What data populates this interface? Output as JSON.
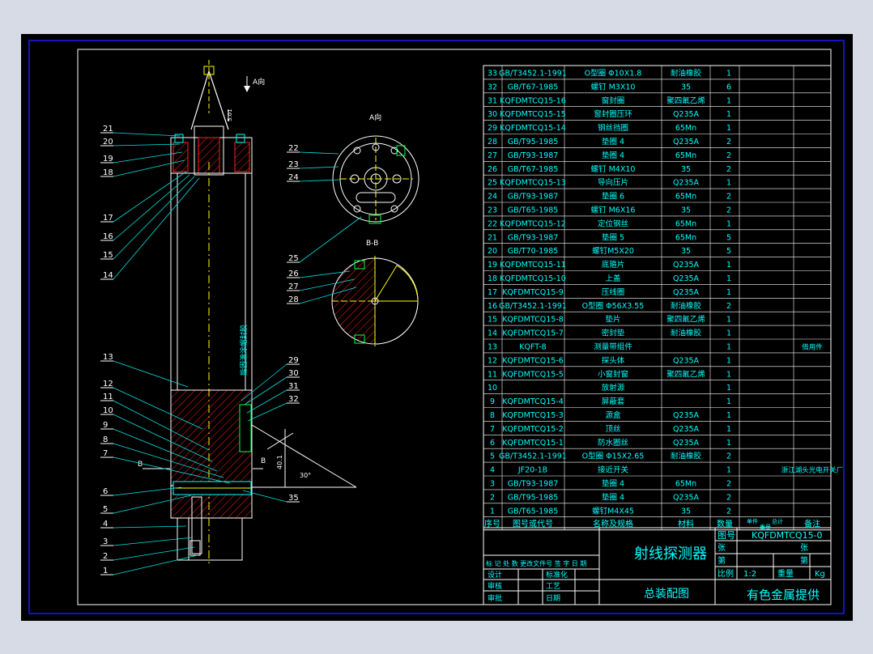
{
  "colors": {
    "page": "#d6dbe5",
    "canvas": "#000000",
    "frame": "#1a1aff",
    "border": "#ffffff",
    "table_line": "#ffffff",
    "text": "#00ffff",
    "hatch": "#ff2020",
    "leader": "#00e5e5",
    "accent": "#ffff00",
    "green": "#00ff40"
  },
  "view_labels": {
    "a_arrow": "A向",
    "a_view": "A向",
    "bb_section": "B-B",
    "section_b_left": "B",
    "section_b_right": "B",
    "dim_top": "5.01",
    "dim_side": "40.1",
    "angle": "30°",
    "note_label": "能固渡涂帽封胶"
  },
  "callouts_left": [
    "21",
    "20",
    "19",
    "18",
    "17",
    "16",
    "15",
    "14",
    "13",
    "12",
    "11",
    "10",
    "9",
    "8",
    "7",
    "6",
    "5",
    "4",
    "3",
    "2",
    "1"
  ],
  "callouts_right": [
    "22",
    "23",
    "24",
    "25",
    "26",
    "27",
    "28",
    "29",
    "30",
    "31",
    "32",
    "35"
  ],
  "bom": [
    {
      "no": "33",
      "code": "GB/T3452.1-1991",
      "name": "O型圈 Φ10X1.8",
      "mat": "耐油橡胶",
      "qty": "1",
      "note": ""
    },
    {
      "no": "32",
      "code": "GB/T67-1985",
      "name": "螺钉 M3X10",
      "mat": "35",
      "qty": "6",
      "note": ""
    },
    {
      "no": "31",
      "code": "KQFDMTCQ15-16",
      "name": "窗封圈",
      "mat": "聚四氟乙烯",
      "qty": "1",
      "note": ""
    },
    {
      "no": "30",
      "code": "KQFDMTCQ15-15",
      "name": "窗封圈压环",
      "mat": "Q235A",
      "qty": "1",
      "note": ""
    },
    {
      "no": "29",
      "code": "KQFDMTCQ15-14",
      "name": "钢丝挡圈",
      "mat": "65Mn",
      "qty": "1",
      "note": ""
    },
    {
      "no": "28",
      "code": "GB/T95-1985",
      "name": "垫圈 4",
      "mat": "Q235A",
      "qty": "2",
      "note": ""
    },
    {
      "no": "27",
      "code": "GB/T93-1987",
      "name": "垫圈 4",
      "mat": "65Mn",
      "qty": "2",
      "note": ""
    },
    {
      "no": "26",
      "code": "GB/T67-1985",
      "name": "螺钉 M4X10",
      "mat": "35",
      "qty": "2",
      "note": ""
    },
    {
      "no": "25",
      "code": "KQFDMTCQ15-13",
      "name": "导向压片",
      "mat": "Q235A",
      "qty": "1",
      "note": ""
    },
    {
      "no": "24",
      "code": "GB/T93-1987",
      "name": "垫圈 6",
      "mat": "65Mn",
      "qty": "2",
      "note": ""
    },
    {
      "no": "23",
      "code": "GB/T65-1985",
      "name": "螺钉 M6X16",
      "mat": "35",
      "qty": "2",
      "note": ""
    },
    {
      "no": "22",
      "code": "KQFDMTCQ15-12",
      "name": "定位钢丝",
      "mat": "65Mn",
      "qty": "1",
      "note": ""
    },
    {
      "no": "21",
      "code": "GB/T93-1987",
      "name": "垫圈 5",
      "mat": "65Mn",
      "qty": "5",
      "note": ""
    },
    {
      "no": "20",
      "code": "GB/T70-1985",
      "name": "螺钉M5X20",
      "mat": "35",
      "qty": "5",
      "note": ""
    },
    {
      "no": "19",
      "code": "KQFDMTCQ15-11",
      "name": "底箍片",
      "mat": "Q235A",
      "qty": "1",
      "note": ""
    },
    {
      "no": "18",
      "code": "KQFDMTCQ15-10",
      "name": "上盖",
      "mat": "Q235A",
      "qty": "1",
      "note": ""
    },
    {
      "no": "17",
      "code": "KQFDMTCQ15-9",
      "name": "压线圈",
      "mat": "Q235A",
      "qty": "1",
      "note": ""
    },
    {
      "no": "16",
      "code": "GB/T3452.1-1991",
      "name": "O型圈 Φ56X3.55",
      "mat": "耐油橡胶",
      "qty": "2",
      "note": ""
    },
    {
      "no": "15",
      "code": "KQFDMTCQ15-8",
      "name": "垫片",
      "mat": "聚四氟乙烯",
      "qty": "1",
      "note": ""
    },
    {
      "no": "14",
      "code": "KQFDMTCQ15-7",
      "name": "密封垫",
      "mat": "耐油橡胶",
      "qty": "1",
      "note": ""
    },
    {
      "no": "13",
      "code": "KQFT-8",
      "name": "测量带组件",
      "mat": "",
      "qty": "1",
      "note": "借用件"
    },
    {
      "no": "12",
      "code": "KQFDMTCQ15-6",
      "name": "探头体",
      "mat": "Q235A",
      "qty": "1",
      "note": ""
    },
    {
      "no": "11",
      "code": "KQFDMTCQ15-5",
      "name": "小窗封窗",
      "mat": "聚四氟乙烯",
      "qty": "1",
      "note": ""
    },
    {
      "no": "10",
      "code": "",
      "name": "放射源",
      "mat": "",
      "qty": "1",
      "note": ""
    },
    {
      "no": "9",
      "code": "KQFDMTCQ15-4",
      "name": "屏蔽套",
      "mat": "",
      "qty": "1",
      "note": ""
    },
    {
      "no": "8",
      "code": "KQFDMTCQ15-3",
      "name": "源盒",
      "mat": "Q235A",
      "qty": "1",
      "note": ""
    },
    {
      "no": "7",
      "code": "KQFDMTCQ15-2",
      "name": "顶丝",
      "mat": "Q235A",
      "qty": "1",
      "note": ""
    },
    {
      "no": "6",
      "code": "KQFDMTCQ15-1",
      "name": "防水圈丝",
      "mat": "Q235A",
      "qty": "1",
      "note": ""
    },
    {
      "no": "5",
      "code": "GB/T3452.1-1991",
      "name": "O型圈 Φ15X2.65",
      "mat": "耐油橡胶",
      "qty": "2",
      "note": ""
    },
    {
      "no": "4",
      "code": "JF20-1B",
      "name": "接近开关",
      "mat": "",
      "qty": "1",
      "note": "浙江湖头光电开关厂"
    },
    {
      "no": "3",
      "code": "GB/T93-1987",
      "name": "垫圈 4",
      "mat": "65Mn",
      "qty": "2",
      "note": ""
    },
    {
      "no": "2",
      "code": "GB/T95-1985",
      "name": "垫圈 4",
      "mat": "Q235A",
      "qty": "2",
      "note": ""
    },
    {
      "no": "1",
      "code": "GB/T65-1985",
      "name": "螺钉M4X45",
      "mat": "35",
      "qty": "2",
      "note": ""
    }
  ],
  "bom_header": {
    "no": "序号",
    "code": "图号或代号",
    "name": "名称及规格",
    "mat": "材料",
    "qty": "数量",
    "unit": "单件",
    "total": "总计",
    "weight": "重量",
    "note": "备注"
  },
  "title_block": {
    "product": "射线探测器",
    "drawing": "总装配图",
    "dwg_no_label": "图号",
    "dwg_no": "KQFDMTCQ15-0",
    "sheet_label1": "张",
    "sheet_label2": "第",
    "sheet_label3": "张",
    "sheet_label4": "第",
    "scale_label": "比例",
    "scale": "1:2",
    "weight_label": "重量",
    "weight_unit": "Kg",
    "provider": "有色金属提供",
    "revision": "标 记 处 数  更改文件号 签 字 日 期",
    "design": "设计",
    "check": "审核",
    "approve": "审批",
    "standard": "标准化",
    "process": "工艺",
    "date": "日期"
  }
}
